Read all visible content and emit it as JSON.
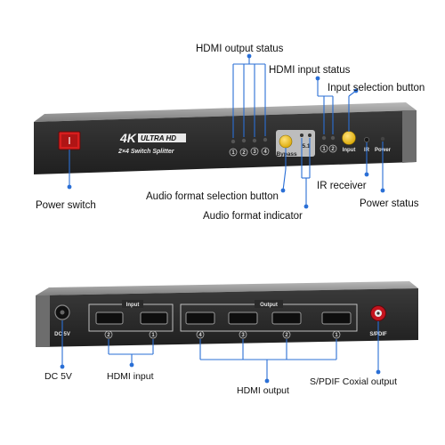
{
  "front": {
    "brand_4k": "4K",
    "brand_uhd": "ULTRA HD",
    "brand_sub": "2×4 Switch Splitter",
    "led_out_numbers": [
      "1",
      "2",
      "3",
      "4"
    ],
    "bypass_label": "Bypass",
    "audio_51": "5.1",
    "led_in_numbers": [
      "1",
      "2"
    ],
    "input_label": "Input",
    "ir_label": "IR",
    "power_label": "Power"
  },
  "back": {
    "dc_label": "DC 5V",
    "input_label": "Input",
    "output_label": "Output",
    "hdmi_in_numbers": [
      "2",
      "1"
    ],
    "hdmi_out_numbers": [
      "4",
      "3",
      "2",
      "1"
    ],
    "spdif_label": "S/PDIF"
  },
  "callouts": {
    "hdmi_output_status": "HDMI output status",
    "hdmi_input_status": "HDMI input status",
    "input_selection_button": "Input selection button",
    "power_switch": "Power switch",
    "audio_format_selection_button": "Audio format selection button",
    "audio_format_indicator": "Audio format indicator",
    "ir_receiver": "IR receiver",
    "power_status": "Power status",
    "dc_5v": "DC 5V",
    "hdmi_input": "HDMI input",
    "hdmi_output": "HDMI output",
    "spdif_output": "S/PDIF Coxial output"
  },
  "colors": {
    "leader": "#2a6fd6",
    "button_yellow": "#f2c21b",
    "device_body": "#2e2e2e",
    "device_top": "#9a9a9a"
  }
}
